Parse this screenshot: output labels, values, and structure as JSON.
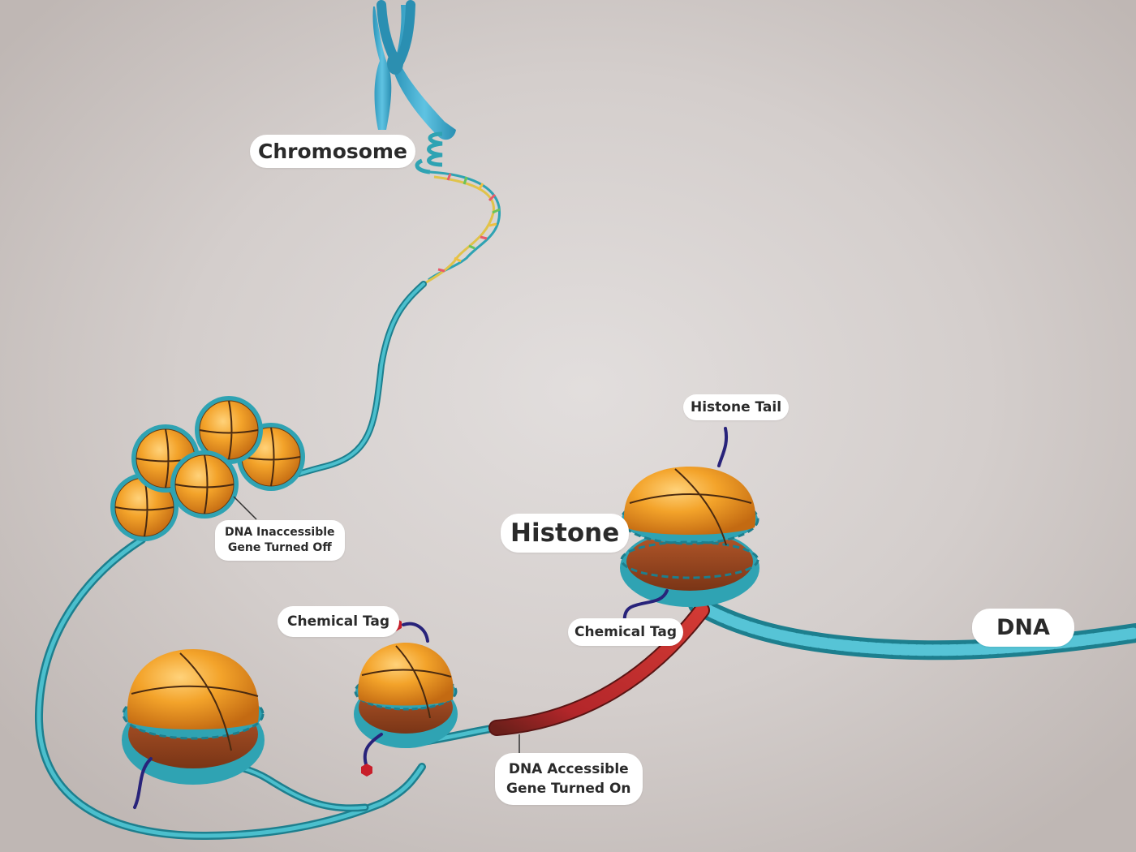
{
  "labels": {
    "chromosome": "Chromosome",
    "dna_inaccessible_line1": "DNA Inaccessible",
    "dna_inaccessible_line2": "Gene Turned Off",
    "histone_tail": "Histone Tail",
    "histone": "Histone",
    "chemical_tag_left": "Chemical Tag",
    "chemical_tag_right": "Chemical Tag",
    "dna": "DNA",
    "dna_accessible_line1": "DNA Accessible",
    "dna_accessible_line2": "Gene Turned On"
  },
  "colors": {
    "dna_strand": "#2fa3b3",
    "dna_strand_dark": "#1d7f8e",
    "histone_orange": "#ef9a1f",
    "histone_brown": "#9a4a20",
    "accessible_dna": "#c0282a",
    "histone_tail": "#28237a",
    "chemical_tag": "#c81e2a",
    "chromosome": "#3aa6c9"
  }
}
